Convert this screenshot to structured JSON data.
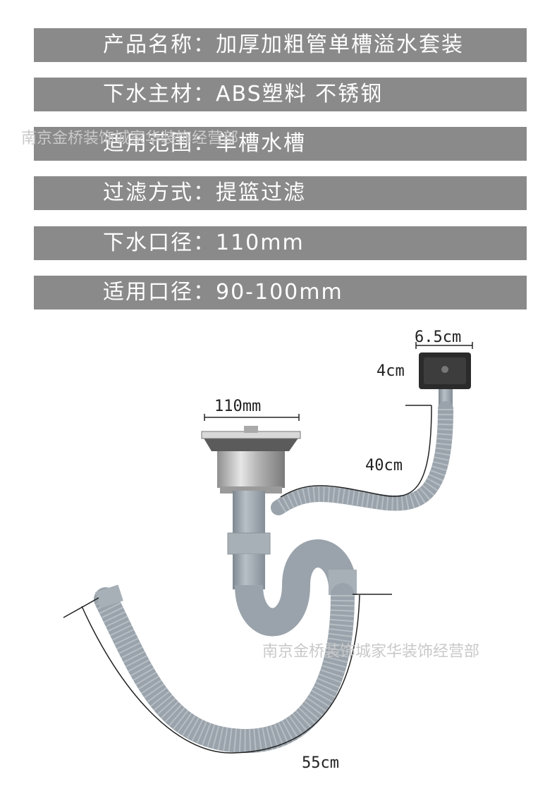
{
  "specs": [
    {
      "label": "产品名称：",
      "value": "加厚加粗管单槽溢水套装"
    },
    {
      "label": "下水主材：",
      "value": "ABS塑料 不锈钢"
    },
    {
      "label": "适用范围：",
      "value": "单槽水槽"
    },
    {
      "label": "过滤方式：",
      "value": "提篮过滤"
    },
    {
      "label": "下水口径：",
      "value": "110mm"
    },
    {
      "label": "适用口径：",
      "value": "90-100mm"
    }
  ],
  "watermark": "南京金桥装饰城家华装饰经营部",
  "dimensions": {
    "overflow_width": "6.5cm",
    "overflow_height": "4cm",
    "strainer_diameter": "110mm",
    "overflow_hose_length": "40cm",
    "drain_hose_length": "55cm"
  },
  "colors": {
    "bar": "#8a8a8a",
    "pipe": "#9aa3ab",
    "steel": "#c8c8c8"
  }
}
